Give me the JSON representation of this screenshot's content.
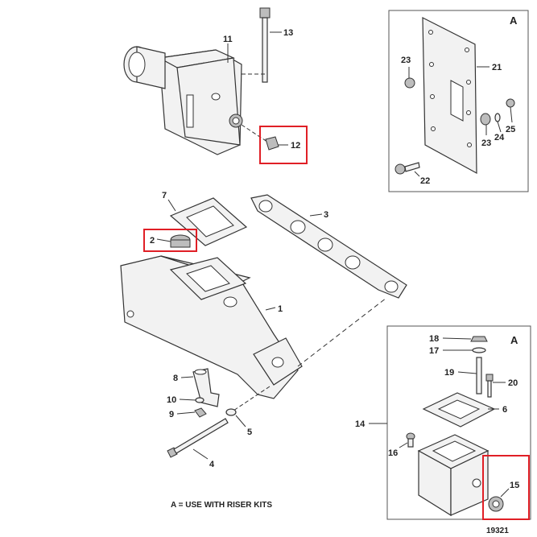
{
  "inset_letters": {
    "top": "A",
    "bottom": "A"
  },
  "part_numbers": {
    "p1": "1",
    "p2": "2",
    "p3": "3",
    "p4": "4",
    "p5": "5",
    "p6": "6",
    "p7": "7",
    "p8": "8",
    "p9": "9",
    "p10": "10",
    "p11": "11",
    "p12": "12",
    "p13": "13",
    "p14": "14",
    "p15": "15",
    "p16": "16",
    "p17": "17",
    "p18": "18",
    "p19": "19",
    "p20": "20",
    "p21": "21",
    "p22": "22",
    "p23a": "23",
    "p23b": "23",
    "p24": "24",
    "p25": "25"
  },
  "note": "A = USE WITH RISER KITS",
  "figure_id": "19321",
  "highlight_color": "#e01f26"
}
